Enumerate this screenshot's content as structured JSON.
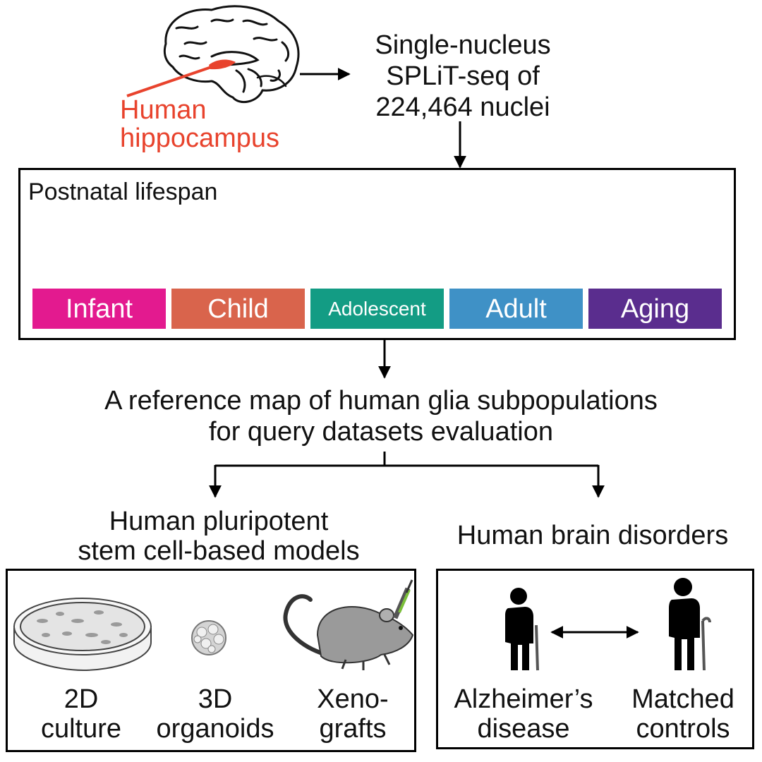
{
  "source": {
    "label_line1": "Human",
    "label_line2": "hippocampus",
    "label_color": "#e8432d"
  },
  "sequencing": {
    "line1": "Single-nucleus",
    "line2": "SPLiT-seq of",
    "line3": "224,464 nuclei"
  },
  "lifespan": {
    "title": "Postnatal lifespan",
    "stages": [
      {
        "label": "Infant",
        "color": "#e31a8f"
      },
      {
        "label": "Child",
        "color": "#d9644c"
      },
      {
        "label": "Adolescent",
        "color": "#139c84"
      },
      {
        "label": "Adult",
        "color": "#3f91c6"
      },
      {
        "label": "Aging",
        "color": "#5a2d8e"
      }
    ]
  },
  "reference": {
    "line1": "A reference map of human glia subpopulations",
    "line2": "for query datasets evaluation"
  },
  "models": {
    "title_line1": "Human pluripotent",
    "title_line2": "stem cell-based models",
    "items": [
      {
        "line1": "2D",
        "line2": "culture"
      },
      {
        "line1": "3D",
        "line2": "organoids"
      },
      {
        "line1": "Xeno-",
        "line2": "grafts"
      }
    ]
  },
  "disorders": {
    "title": "Human brain disorders",
    "items": [
      {
        "line1": "Alzheimer’s",
        "line2": "disease"
      },
      {
        "line1": "Matched",
        "line2": "controls"
      }
    ]
  }
}
